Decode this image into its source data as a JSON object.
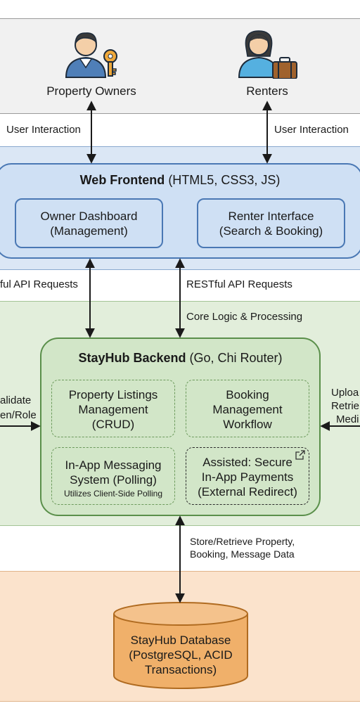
{
  "actors": {
    "owners": {
      "label": "Property Owners",
      "icon": "owner-with-key-icon"
    },
    "renters": {
      "label": "Renters",
      "icon": "renter-with-suitcase-icon"
    }
  },
  "edges": {
    "owner_interaction": "User Interaction",
    "renter_interaction": "User Interaction",
    "api_left": "ful API Requests",
    "api_right": "RESTful API Requests",
    "core_logic": "Core Logic & Processing",
    "validate_line1": "alidate",
    "validate_line2": "en/Role",
    "upload_line1": "Uploa",
    "upload_line2": "Retrie",
    "upload_line3": "Medi",
    "store_line1": "Store/Retrieve Property,",
    "store_line2": "Booking, Message Data"
  },
  "frontend": {
    "title_bold": "Web Frontend",
    "title_rest": "(HTML5, CSS3, JS)",
    "owner_dashboard_line1": "Owner Dashboard",
    "owner_dashboard_line2": "(Management)",
    "renter_interface_line1": "Renter Interface",
    "renter_interface_line2": "(Search & Booking)"
  },
  "backend": {
    "title_bold": "StayHub Backend",
    "title_rest": "(Go, Chi Router)",
    "listings_line1": "Property Listings",
    "listings_line2": "Management",
    "listings_line3": "(CRUD)",
    "booking_line1": "Booking",
    "booking_line2": "Management",
    "booking_line3": "Workflow",
    "messaging_line1": "In-App Messaging",
    "messaging_line2": "System (Polling)",
    "messaging_note": "Utilizes Client-Side Polling",
    "payments_line1": "Assisted: Secure",
    "payments_line2": "In-App Payments",
    "payments_line3": "(External Redirect)"
  },
  "database": {
    "line1": "StayHub Database",
    "line2": "(PostgreSQL, ACID",
    "line3": "Transactions)"
  },
  "colors": {
    "users_band": "#f1f1f1",
    "frontend_band": "#dbe7f5",
    "frontend_box": "#cfe0f4",
    "frontend_border": "#4a78b4",
    "backend_band": "#e2eedb",
    "backend_box": "#d2e6c8",
    "backend_border": "#5a8f4a",
    "db_band": "#fbe3cc",
    "db_fill": "#f0b06a",
    "db_border": "#b06b20"
  }
}
